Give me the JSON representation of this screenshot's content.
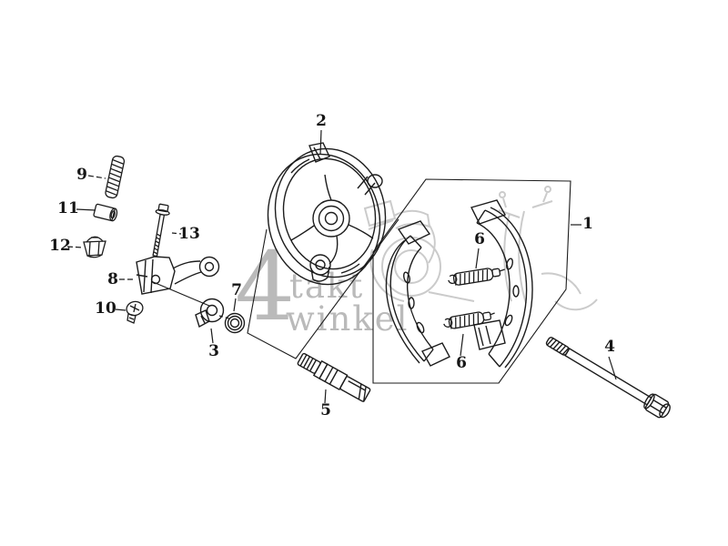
{
  "diagram": {
    "kind": "exploded-parts-diagram",
    "background_color": "#ffffff",
    "line_color": "#1c1c1c"
  },
  "watermark": {
    "big_numeral": "4",
    "word_top": "takt",
    "word_bottom": "winkel",
    "color": "#b3b3b3"
  },
  "callouts": {
    "c1": "1",
    "c2": "2",
    "c3": "3",
    "c4": "4",
    "c5": "5",
    "c6a": "6",
    "c6b": "6",
    "c7": "7",
    "c8": "8",
    "c9": "9",
    "c10": "10",
    "c11": "11",
    "c12": "12",
    "c13": "13"
  }
}
